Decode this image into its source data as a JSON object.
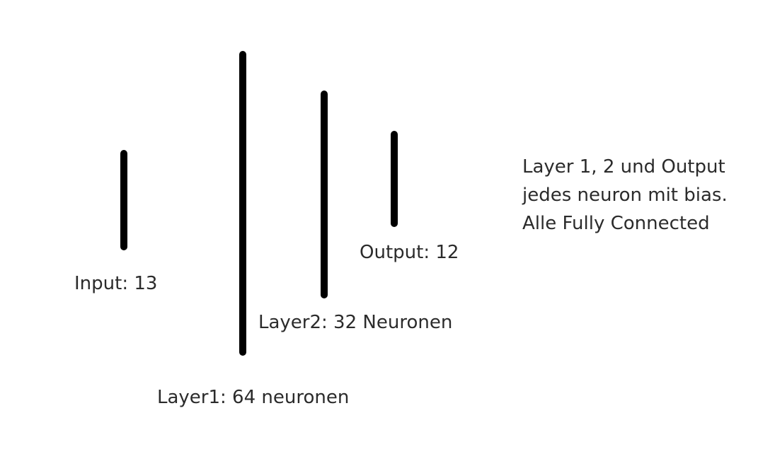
{
  "diagram": {
    "layers": [
      {
        "id": "input",
        "label": "Input: 13"
      },
      {
        "id": "layer1",
        "label": "Layer1: 64 neuronen"
      },
      {
        "id": "layer2",
        "label": "Layer2: 32 Neuronen"
      },
      {
        "id": "output",
        "label": "Output: 12"
      }
    ],
    "note": {
      "lines": [
        "Layer 1, 2 und Output",
        "jedes neuron mit bias.",
        "Alle Fully Connected"
      ]
    },
    "colors": {
      "stroke": "#000000",
      "text": "#2b2b2b"
    }
  }
}
